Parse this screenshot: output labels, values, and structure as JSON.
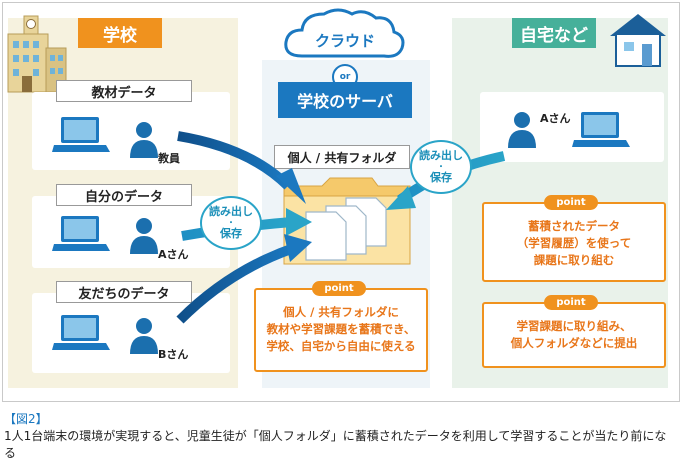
{
  "school": {
    "title": "学校",
    "cards": [
      {
        "title": "教材データ",
        "person": "教員"
      },
      {
        "title": "自分のデータ",
        "person": "Aさん"
      },
      {
        "title": "友だちのデータ",
        "person": "Bさん"
      }
    ],
    "bubble": {
      "line1": "読み出し",
      "dot": "・",
      "line2": "保存"
    }
  },
  "cloud": {
    "cloud_label": "クラウド",
    "or": "or",
    "server_label": "学校のサーバ",
    "folder_label": "個人 / 共有フォルダ",
    "point": {
      "tag": "point",
      "text": "個人 / 共有フォルダに\n教材や学習課題を蓄積でき、\n学校、自宅から自由に使える"
    }
  },
  "home": {
    "title": "自宅など",
    "person": "Aさん",
    "bubble": {
      "line1": "読み出し",
      "dot": "・",
      "line2": "保存"
    },
    "points": [
      {
        "tag": "point",
        "text": "蓄積されたデータ\n（学習履歴）を使って\n課題に取り組む"
      },
      {
        "tag": "point",
        "text": "学習課題に取り組み、\n個人フォルダなどに提出"
      }
    ]
  },
  "caption": {
    "figure_label": "【図2】",
    "text": "1人1台端末の環境が実現すると、児童生徒が「個人フォルダ」に蓄積されたデータを利用して学習することが当たり前になる"
  },
  "colors": {
    "orange": "#f0921e",
    "blue": "#1b78c0",
    "teal": "#46b09a",
    "school_bg": "#f6f2df",
    "home_bg": "#e9f2ea"
  }
}
